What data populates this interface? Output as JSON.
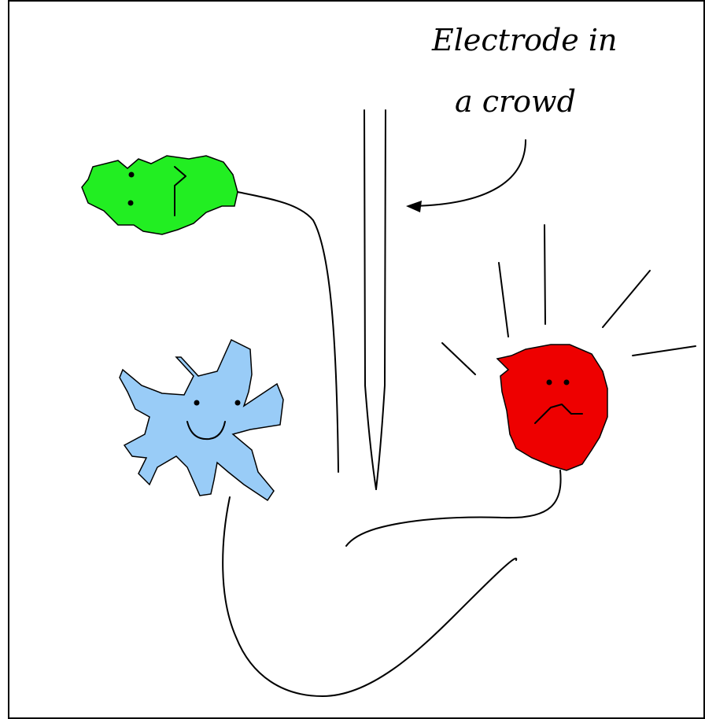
{
  "caption": {
    "line1": "Electrode in",
    "line2": "a crowd"
  },
  "colors": {
    "frame": "#000000",
    "background": "#ffffff",
    "neuron_green": "#22ee22",
    "neuron_blue": "#99ccf7",
    "neuron_red": "#ee0000",
    "ink": "#000000"
  },
  "neurons": [
    {
      "name": "green-neuron",
      "expression": "neutral"
    },
    {
      "name": "blue-neuron",
      "expression": "smiling"
    },
    {
      "name": "red-neuron",
      "expression": "frowning",
      "firing": true
    }
  ]
}
